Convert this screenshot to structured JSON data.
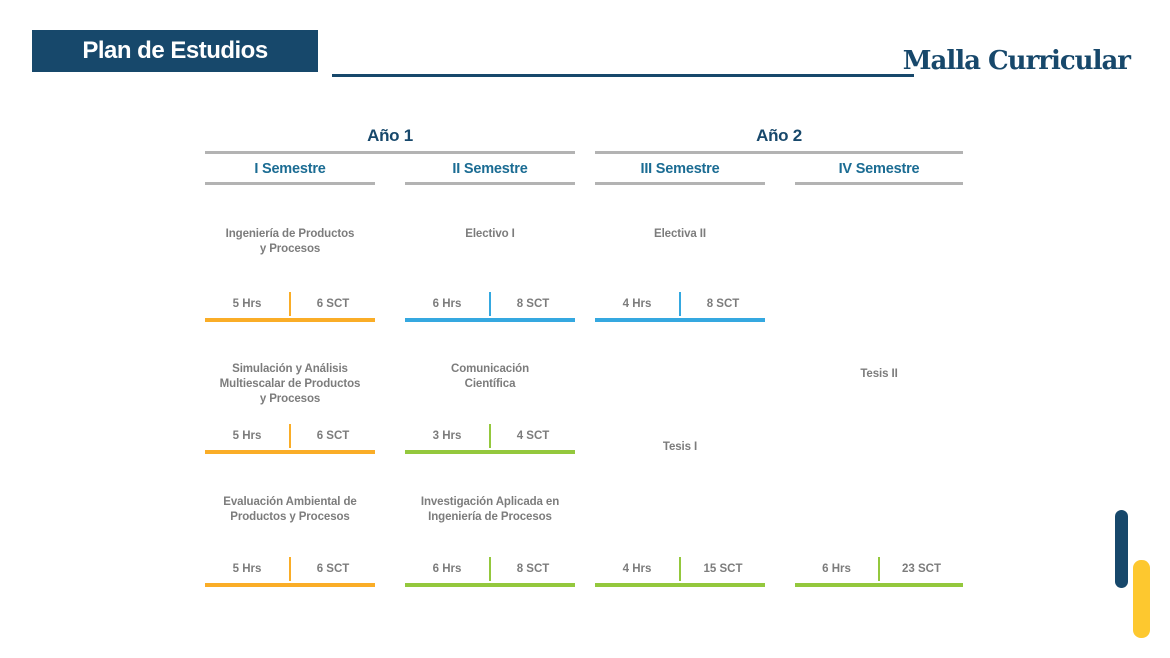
{
  "header": {
    "title": "Plan de Estudios",
    "subtitle": "Malla Curricular"
  },
  "years": [
    {
      "label": "Año 1"
    },
    {
      "label": "Año 2"
    }
  ],
  "semesters": [
    {
      "label": "I Semestre"
    },
    {
      "label": "II Semestre"
    },
    {
      "label": "III Semestre"
    },
    {
      "label": "IV Semestre"
    }
  ],
  "courses": {
    "s1r1": {
      "name": "Ingeniería de Productos\ny Procesos",
      "hrs": "5 Hrs",
      "sct": "6 SCT",
      "accent": "#FAAD27"
    },
    "s1r2": {
      "name": "Simulación y Análisis\nMultiescalar de Productos\ny Procesos",
      "hrs": "5 Hrs",
      "sct": "6 SCT",
      "accent": "#FAAD27"
    },
    "s1r3": {
      "name": "Evaluación Ambiental de\nProductos y Procesos",
      "hrs": "5 Hrs",
      "sct": "6 SCT",
      "accent": "#FAAD27"
    },
    "s2r1": {
      "name": "Electivo I",
      "hrs": "6 Hrs",
      "sct": "8 SCT",
      "accent": "#35A8E0"
    },
    "s2r2": {
      "name": "Comunicación\nCientífica",
      "hrs": "3 Hrs",
      "sct": "4 SCT",
      "accent": "#94C83D"
    },
    "s2r3": {
      "name": "Investigación Aplicada en\nIngeniería de Procesos",
      "hrs": "6 Hrs",
      "sct": "8 SCT",
      "accent": "#94C83D"
    },
    "s3r1": {
      "name": "Electiva II",
      "hrs": "4 Hrs",
      "sct": "8 SCT",
      "accent": "#35A8E0"
    },
    "s3tesis": {
      "name": "Tesis I",
      "hrs": "4 Hrs",
      "sct": "15 SCT",
      "accent": "#94C83D"
    },
    "s4tesis": {
      "name": "Tesis II",
      "hrs": "6 Hrs",
      "sct": "23 SCT",
      "accent": "#94C83D"
    }
  },
  "colors": {
    "brand_dark_blue": "#17486B",
    "semester_label_blue": "#1B6C93",
    "header_line_gray": "#B3B3B3",
    "course_text_gray": "#7C7C7C",
    "accent_orange": "#FAAD27",
    "accent_blue": "#35A8E0",
    "accent_green": "#94C83D",
    "corner_bar_yellow": "#FDC82F"
  }
}
